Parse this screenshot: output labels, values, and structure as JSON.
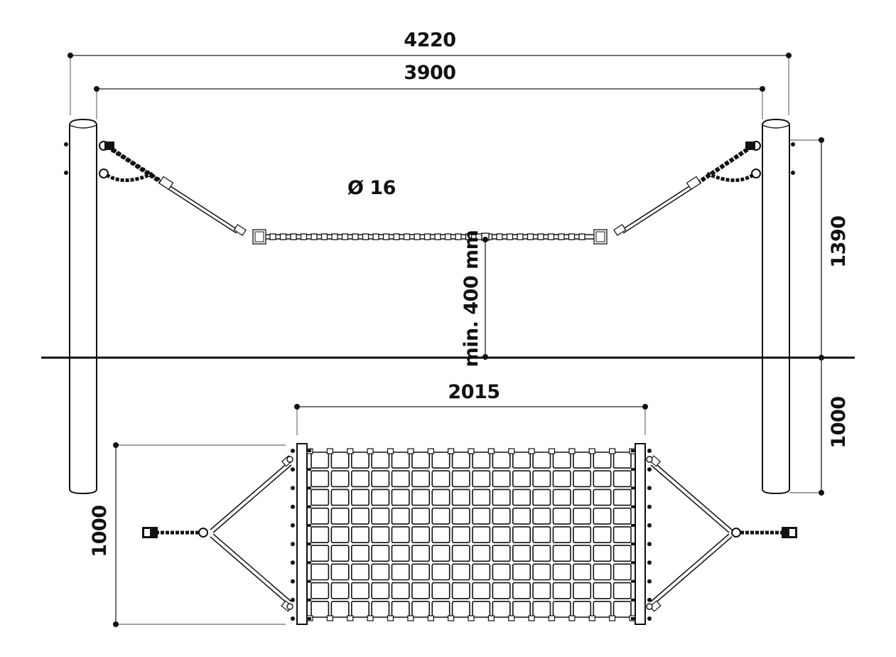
{
  "dimensions": {
    "total_width": "4220",
    "post_spacing": "3900",
    "rope_diameter": "Ø 16",
    "min_ground_clearance": "min. 400 mm",
    "post_height_above_ground": "1390",
    "post_depth_below_ground": "1000",
    "net_length": "2015",
    "net_width": "1000"
  },
  "colors": {
    "line": "#111111",
    "background": "#ffffff"
  }
}
